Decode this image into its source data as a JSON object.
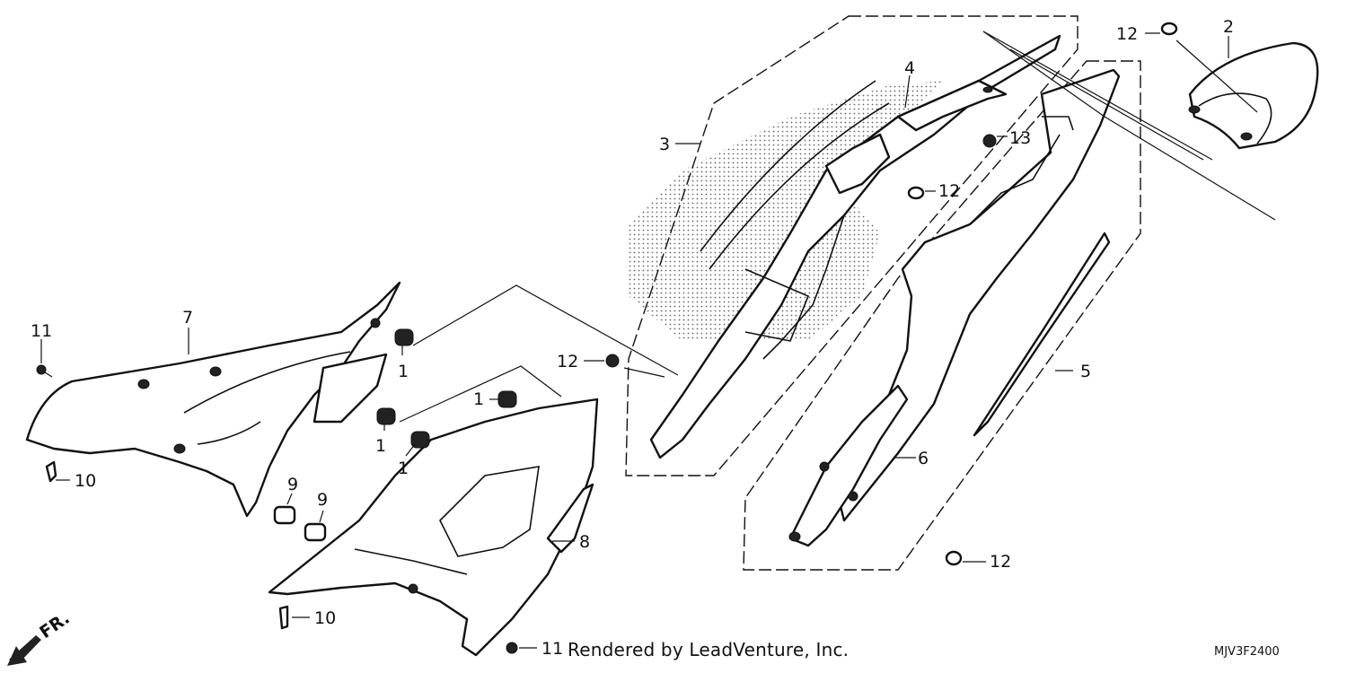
{
  "callouts": [
    {
      "id": "c-1a",
      "label": "1"
    },
    {
      "id": "c-1b",
      "label": "1"
    },
    {
      "id": "c-1c",
      "label": "1"
    },
    {
      "id": "c-1d",
      "label": "1"
    },
    {
      "id": "c-2",
      "label": "2"
    },
    {
      "id": "c-3",
      "label": "3"
    },
    {
      "id": "c-4",
      "label": "4"
    },
    {
      "id": "c-5",
      "label": "5"
    },
    {
      "id": "c-6",
      "label": "6"
    },
    {
      "id": "c-7",
      "label": "7"
    },
    {
      "id": "c-8",
      "label": "8"
    },
    {
      "id": "c-9a",
      "label": "9"
    },
    {
      "id": "c-9b",
      "label": "9"
    },
    {
      "id": "c-10a",
      "label": "10"
    },
    {
      "id": "c-10b",
      "label": "10"
    },
    {
      "id": "c-11a",
      "label": "11"
    },
    {
      "id": "c-11b",
      "label": "11"
    },
    {
      "id": "c-12a",
      "label": "12"
    },
    {
      "id": "c-12b",
      "label": "12"
    },
    {
      "id": "c-12c",
      "label": "12"
    },
    {
      "id": "c-12d",
      "label": "12"
    },
    {
      "id": "c-13",
      "label": "13"
    }
  ],
  "direction_label": "FR.",
  "footer_text": "Rendered by LeadVenture, Inc.",
  "diagram_code": "MJV3F2400"
}
